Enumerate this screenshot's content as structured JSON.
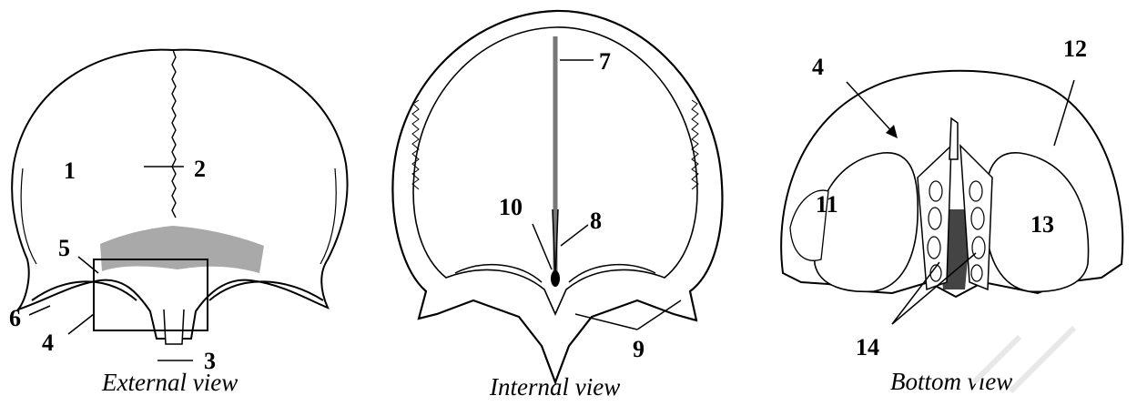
{
  "views": {
    "external": {
      "caption": "External view"
    },
    "internal": {
      "caption": "Internal view"
    },
    "bottom": {
      "caption": "Bottom view"
    }
  },
  "labels": {
    "l1": "1",
    "l2": "2",
    "l3": "3",
    "l4": "4",
    "l5": "5",
    "l6": "6",
    "l7": "7",
    "l8": "8",
    "l9": "9",
    "l10": "10",
    "l11": "11",
    "l12": "12",
    "l13": "13",
    "l14": "14"
  },
  "colors": {
    "ink": "#000000",
    "shade": "#8c8c8c",
    "paper": "#ffffff"
  }
}
